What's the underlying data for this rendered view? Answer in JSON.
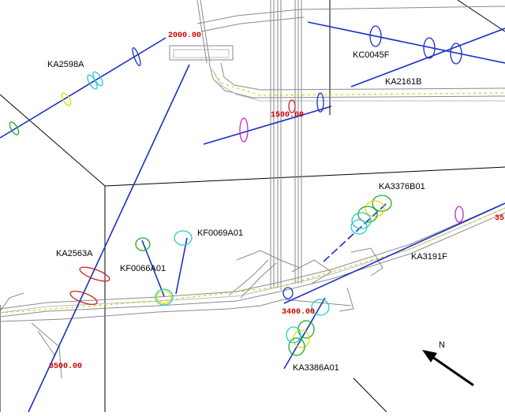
{
  "boreholes": {
    "KA2598A": "KA2598A",
    "KC0045F": "KC0045F",
    "KA2161B": "KA2161B",
    "KA3376B01": "KA3376B01",
    "KA3191F": "KA3191F",
    "KF0069A01": "KF0069A01",
    "KA2563A": "KA2563A",
    "KF0066A01": "KF0066A01",
    "KA3386A01": "KA3386A01"
  },
  "chainage": {
    "top": "2000.00",
    "mid": "3400.00",
    "left": "3500.00",
    "upper": "1500.00",
    "right_edge": "35"
  },
  "compass": {
    "label": "N"
  },
  "colors": {
    "borehole": "#1a2fc4",
    "tunnel": "#8a8a8a",
    "chainage": "#cc0000"
  }
}
